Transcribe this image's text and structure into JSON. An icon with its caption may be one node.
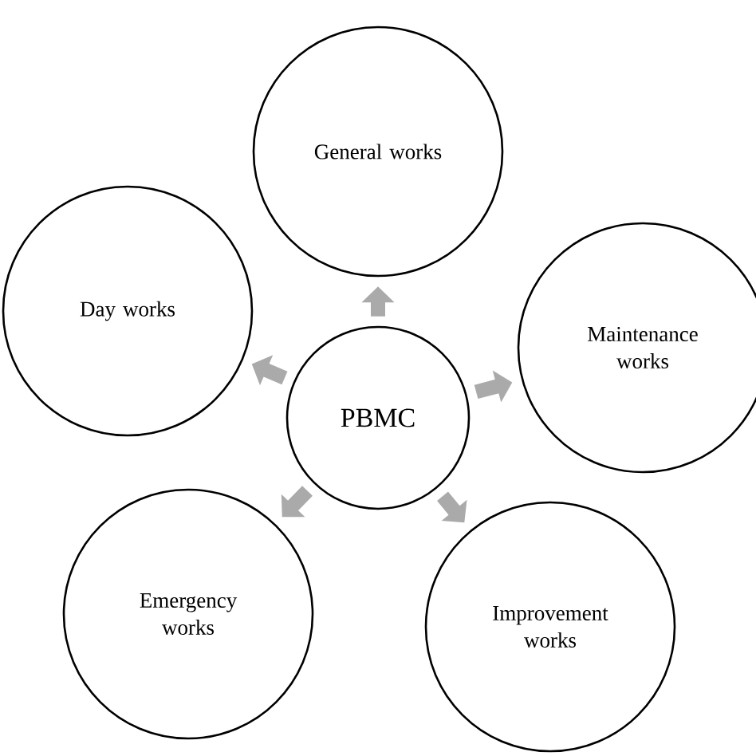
{
  "diagram": {
    "nodes": [
      {
        "text": [
          "PBMC"
        ]
      },
      {
        "text": [
          "General works"
        ]
      },
      {
        "text": [
          "Maintenance works"
        ]
      },
      {
        "text": [
          "Improvement works"
        ]
      },
      {
        "text": [
          "Emergency works"
        ]
      },
      {
        "text": [
          "Day works"
        ]
      }
    ],
    "edges": [
      {
        "from": 0,
        "to": 1,
        "arrow": "to"
      },
      {
        "from": 0,
        "to": 2,
        "arrow": "to"
      },
      {
        "from": 0,
        "to": 3,
        "arrow": "to"
      },
      {
        "from": 0,
        "to": 4,
        "arrow": "to"
      },
      {
        "from": 0,
        "to": 5,
        "arrow": "to"
      }
    ]
  }
}
